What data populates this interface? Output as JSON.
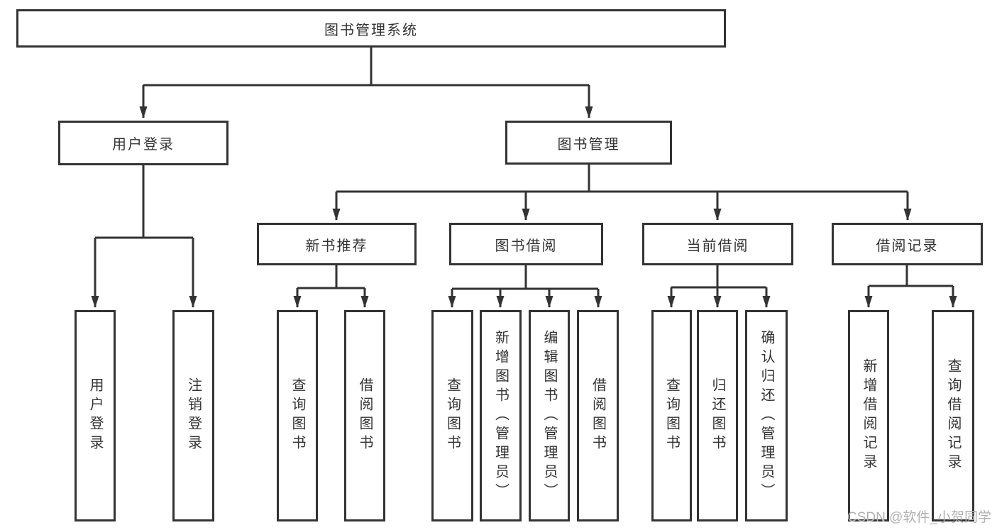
{
  "diagram": {
    "watermark": "CSDN @软件_小贺同学",
    "colors": {
      "line": "#333333",
      "text": "#333333",
      "background": "#ffffff",
      "watermark": "#b0b0b0"
    }
  },
  "tree": {
    "label": "图书管理系统",
    "children": [
      {
        "label": "用户登录",
        "children": [
          {
            "label": "用户登录"
          },
          {
            "label": "注销登录"
          }
        ]
      },
      {
        "label": "图书管理",
        "children": [
          {
            "label": "新书推荐",
            "children": [
              {
                "label": "查询图书"
              },
              {
                "label": "借阅图书"
              }
            ]
          },
          {
            "label": "图书借阅",
            "children": [
              {
                "label": "查询图书"
              },
              {
                "label": "新增图书（管理员）"
              },
              {
                "label": "编辑图书（管理员）"
              },
              {
                "label": "借阅图书"
              }
            ]
          },
          {
            "label": "当前借阅",
            "children": [
              {
                "label": "查询图书"
              },
              {
                "label": "归还图书"
              },
              {
                "label": "确认归还（管理员）"
              }
            ]
          },
          {
            "label": "借阅记录",
            "children": [
              {
                "label": "新增借阅记录"
              },
              {
                "label": "查询借阅记录"
              }
            ]
          }
        ]
      }
    ]
  }
}
